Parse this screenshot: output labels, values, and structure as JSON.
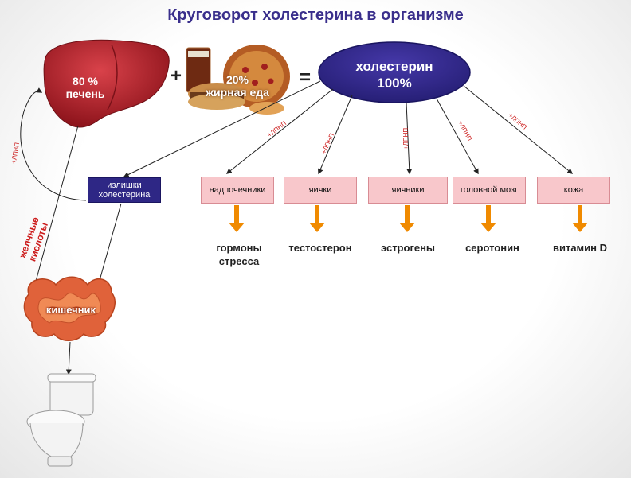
{
  "title": "Круговорот холестерина в организме",
  "liver": {
    "percent": "80 %",
    "label": "печень"
  },
  "operator_plus": "+",
  "operator_equals": "=",
  "food": {
    "percent": "20%",
    "label": "жирная еда"
  },
  "cholesterol": {
    "label": "холестерин",
    "percent": "100%"
  },
  "excess": {
    "line1": "излишки",
    "line2": "холестерина"
  },
  "hdl_label": "+ЛПВП",
  "ldl_label": "+ЛПНП",
  "bile": {
    "line1": "желчные",
    "line2": "кислоты"
  },
  "intestine_label": "кишечник",
  "organs": [
    {
      "name": "надпочечники",
      "product": "гормоны стресса",
      "product_line1": "гормоны",
      "product_line2": "стресса"
    },
    {
      "name": "яички",
      "product": "тестостерон"
    },
    {
      "name": "яичники",
      "product": "эстрогены"
    },
    {
      "name": "головной мозг",
      "product": "серотонин"
    },
    {
      "name": "кожа",
      "product": "витамин D"
    }
  ],
  "colors": {
    "title": "#3a2f8c",
    "ellipse": "#2e2785",
    "organ_box": "#f8c7cb",
    "arrow_orange": "#f08a00",
    "liver": "#b5232b",
    "intestine": "#e0623a",
    "annotation_red": "#cc1b1b"
  }
}
